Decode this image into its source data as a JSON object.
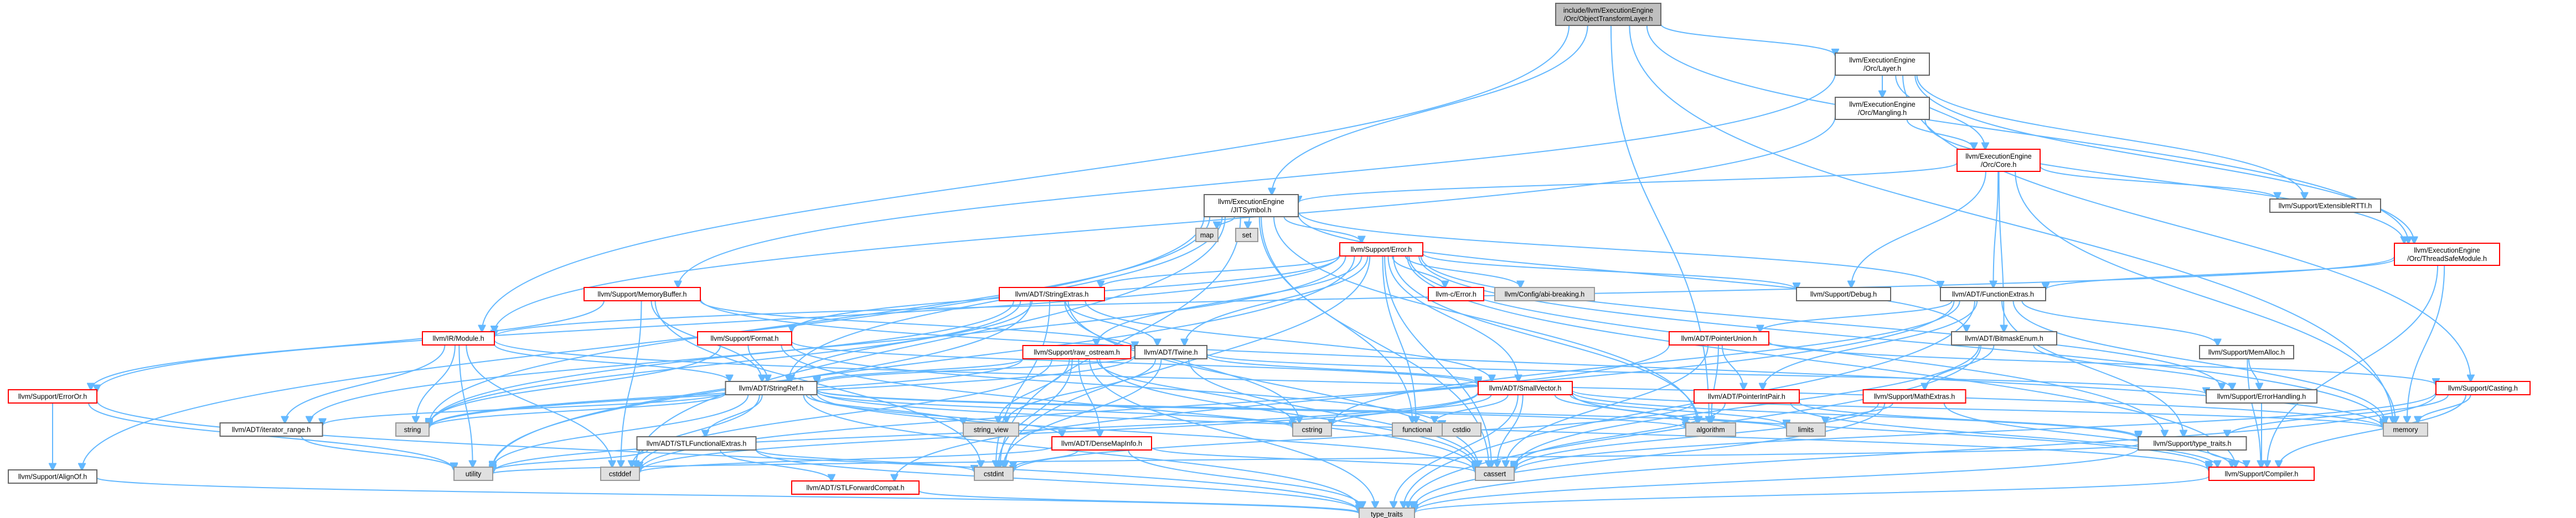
{
  "colors": {
    "edge": "#63b8ff",
    "red_border": "#ff0000",
    "normal_border": "#666666",
    "root_fill": "#bfbfbf",
    "system_fill": "#e0e0e0",
    "fill": "#ffffff"
  },
  "nodes": [
    {
      "id": "root",
      "label": [
        "include/llvm/ExecutionEngine",
        "/Orc/ObjectTransformLayer.h"
      ],
      "style": "root"
    },
    {
      "id": "layer",
      "label": [
        "llvm/ExecutionEngine",
        "/Orc/Layer.h"
      ],
      "style": "normal"
    },
    {
      "id": "mangling",
      "label": [
        "llvm/ExecutionEngine",
        "/Orc/Mangling.h"
      ],
      "style": "normal"
    },
    {
      "id": "core",
      "label": [
        "llvm/ExecutionEngine",
        "/Orc/Core.h"
      ],
      "style": "red"
    },
    {
      "id": "jitsymbol",
      "label": [
        "llvm/ExecutionEngine",
        "/JITSymbol.h"
      ],
      "style": "normal"
    },
    {
      "id": "extrtti",
      "label": [
        "llvm/Support/ExtensibleRTTI.h"
      ],
      "style": "normal"
    },
    {
      "id": "tsm",
      "label": [
        "llvm/ExecutionEngine",
        "/Orc/ThreadSafeModule.h"
      ],
      "style": "red"
    },
    {
      "id": "map",
      "label": [
        "map"
      ],
      "style": "system"
    },
    {
      "id": "set",
      "label": [
        "set"
      ],
      "style": "system"
    },
    {
      "id": "error",
      "label": [
        "llvm/Support/Error.h"
      ],
      "style": "red"
    },
    {
      "id": "memorybuffer",
      "label": [
        "llvm/Support/MemoryBuffer.h"
      ],
      "style": "red"
    },
    {
      "id": "stringextras",
      "label": [
        "llvm/ADT/StringExtras.h"
      ],
      "style": "red"
    },
    {
      "id": "ccerror",
      "label": [
        "llvm-c/Error.h"
      ],
      "style": "red"
    },
    {
      "id": "abibreaking",
      "label": [
        "llvm/Config/abi-breaking.h"
      ],
      "style": "system"
    },
    {
      "id": "debug",
      "label": [
        "llvm/Support/Debug.h"
      ],
      "style": "normal"
    },
    {
      "id": "functionextras",
      "label": [
        "llvm/ADT/FunctionExtras.h"
      ],
      "style": "normal"
    },
    {
      "id": "module",
      "label": [
        "llvm/IR/Module.h"
      ],
      "style": "red"
    },
    {
      "id": "format",
      "label": [
        "llvm/Support/Format.h"
      ],
      "style": "red"
    },
    {
      "id": "rawostream",
      "label": [
        "llvm/Support/raw_ostream.h"
      ],
      "style": "red"
    },
    {
      "id": "twine",
      "label": [
        "llvm/ADT/Twine.h"
      ],
      "style": "normal"
    },
    {
      "id": "pointerunion",
      "label": [
        "llvm/ADT/PointerUnion.h"
      ],
      "style": "red"
    },
    {
      "id": "bitmaskenum",
      "label": [
        "llvm/ADT/BitmaskEnum.h"
      ],
      "style": "normal"
    },
    {
      "id": "memalloc",
      "label": [
        "llvm/Support/MemAlloc.h"
      ],
      "style": "normal"
    },
    {
      "id": "erroror",
      "label": [
        "llvm/Support/ErrorOr.h"
      ],
      "style": "red"
    },
    {
      "id": "stringref",
      "label": [
        "llvm/ADT/StringRef.h"
      ],
      "style": "normal"
    },
    {
      "id": "smallvector",
      "label": [
        "llvm/ADT/SmallVector.h"
      ],
      "style": "red"
    },
    {
      "id": "pointerintpair",
      "label": [
        "llvm/ADT/PointerIntPair.h"
      ],
      "style": "red"
    },
    {
      "id": "mathextras",
      "label": [
        "llvm/Support/MathExtras.h"
      ],
      "style": "red"
    },
    {
      "id": "errorhandling",
      "label": [
        "llvm/Support/ErrorHandling.h"
      ],
      "style": "normal"
    },
    {
      "id": "casting",
      "label": [
        "llvm/Support/Casting.h"
      ],
      "style": "red"
    },
    {
      "id": "iteratorrange",
      "label": [
        "llvm/ADT/iterator_range.h"
      ],
      "style": "normal"
    },
    {
      "id": "string",
      "label": [
        "string"
      ],
      "style": "system"
    },
    {
      "id": "stlfunctionalextras",
      "label": [
        "llvm/ADT/STLFunctionalExtras.h"
      ],
      "style": "normal"
    },
    {
      "id": "stringview",
      "label": [
        "string_view"
      ],
      "style": "system"
    },
    {
      "id": "densemapinfo",
      "label": [
        "llvm/ADT/DenseMapInfo.h"
      ],
      "style": "red"
    },
    {
      "id": "cstring",
      "label": [
        "cstring"
      ],
      "style": "system"
    },
    {
      "id": "functional",
      "label": [
        "functional"
      ],
      "style": "system"
    },
    {
      "id": "cstdio",
      "label": [
        "cstdio"
      ],
      "style": "system"
    },
    {
      "id": "algorithm",
      "label": [
        "algorithm"
      ],
      "style": "system"
    },
    {
      "id": "limits",
      "label": [
        "limits"
      ],
      "style": "system"
    },
    {
      "id": "typetraits_h",
      "label": [
        "llvm/Support/type_traits.h"
      ],
      "style": "normal"
    },
    {
      "id": "memory",
      "label": [
        "memory"
      ],
      "style": "system"
    },
    {
      "id": "alignof",
      "label": [
        "llvm/Support/AlignOf.h"
      ],
      "style": "normal"
    },
    {
      "id": "utility",
      "label": [
        "utility"
      ],
      "style": "system"
    },
    {
      "id": "cstddef",
      "label": [
        "cstddef"
      ],
      "style": "system"
    },
    {
      "id": "stlforwardcompat",
      "label": [
        "llvm/ADT/STLForwardCompat.h"
      ],
      "style": "red"
    },
    {
      "id": "cstdint",
      "label": [
        "cstdint"
      ],
      "style": "system"
    },
    {
      "id": "cassert",
      "label": [
        "cassert"
      ],
      "style": "system"
    },
    {
      "id": "compiler",
      "label": [
        "llvm/Support/Compiler.h"
      ],
      "style": "red"
    },
    {
      "id": "typetraits",
      "label": [
        "type_traits"
      ],
      "style": "system"
    }
  ],
  "edges": [
    [
      "root",
      "layer"
    ],
    [
      "root",
      "jitsymbol"
    ],
    [
      "root",
      "tsm"
    ],
    [
      "root",
      "module"
    ],
    [
      "root",
      "memory"
    ],
    [
      "root",
      "algorithm"
    ],
    [
      "layer",
      "mangling"
    ],
    [
      "layer",
      "core"
    ],
    [
      "layer",
      "tsm"
    ],
    [
      "layer",
      "extrtti"
    ],
    [
      "layer",
      "memorybuffer"
    ],
    [
      "layer",
      "casting"
    ],
    [
      "mangling",
      "core"
    ],
    [
      "mangling",
      "module"
    ],
    [
      "mangling",
      "tsm"
    ],
    [
      "core",
      "jitsymbol"
    ],
    [
      "core",
      "functionextras"
    ],
    [
      "core",
      "bitmaskenum"
    ],
    [
      "core",
      "extrtti"
    ],
    [
      "core",
      "debug"
    ],
    [
      "core",
      "memory"
    ],
    [
      "jitsymbol",
      "map"
    ],
    [
      "jitsymbol",
      "set"
    ],
    [
      "jitsymbol",
      "error"
    ],
    [
      "jitsymbol",
      "functionextras"
    ],
    [
      "jitsymbol",
      "stringref"
    ],
    [
      "jitsymbol",
      "bitmaskenum"
    ],
    [
      "jitsymbol",
      "string"
    ],
    [
      "jitsymbol",
      "functional"
    ],
    [
      "jitsymbol",
      "cstddef"
    ],
    [
      "jitsymbol",
      "cstdint"
    ],
    [
      "jitsymbol",
      "alignof"
    ],
    [
      "jitsymbol",
      "cassert"
    ],
    [
      "jitsymbol",
      "algorithm"
    ],
    [
      "tsm",
      "module"
    ],
    [
      "tsm",
      "functionextras"
    ],
    [
      "tsm",
      "compiler"
    ],
    [
      "tsm",
      "memory"
    ],
    [
      "error",
      "ccerror"
    ],
    [
      "error",
      "abibreaking"
    ],
    [
      "error",
      "stringextras"
    ],
    [
      "error",
      "twine"
    ],
    [
      "error",
      "debug"
    ],
    [
      "error",
      "erroror"
    ],
    [
      "error",
      "format"
    ],
    [
      "error",
      "rawostream"
    ],
    [
      "error",
      "smallvector"
    ],
    [
      "error",
      "errorhandling"
    ],
    [
      "error",
      "memory"
    ],
    [
      "error",
      "string"
    ],
    [
      "error",
      "cassert"
    ],
    [
      "error",
      "cstdint"
    ],
    [
      "error",
      "cstdlib"
    ],
    [
      "error",
      "functional"
    ],
    [
      "error",
      "typetraits_h"
    ],
    [
      "error",
      "compiler"
    ],
    [
      "error",
      "algorithm"
    ],
    [
      "error",
      "utility"
    ],
    [
      "memorybuffer",
      "stringref"
    ],
    [
      "memorybuffer",
      "twine"
    ],
    [
      "memorybuffer",
      "erroror"
    ],
    [
      "memorybuffer",
      "cstddef"
    ],
    [
      "memorybuffer",
      "cstdint"
    ],
    [
      "memorybuffer",
      "memory"
    ],
    [
      "stringextras",
      "stringref"
    ],
    [
      "stringextras",
      "twine"
    ],
    [
      "stringextras",
      "smallvector"
    ],
    [
      "stringextras",
      "iteratorrange"
    ],
    [
      "stringextras",
      "cstring"
    ],
    [
      "stringextras",
      "string"
    ],
    [
      "stringextras",
      "utility"
    ],
    [
      "stringextras",
      "cstdint"
    ],
    [
      "stringextras",
      "cassert"
    ],
    [
      "functionextras",
      "pointerunion"
    ],
    [
      "functionextras",
      "pointerintpair"
    ],
    [
      "functionextras",
      "stlforwardcompat"
    ],
    [
      "functionextras",
      "memalloc"
    ],
    [
      "functionextras",
      "typetraits_h"
    ],
    [
      "functionextras",
      "cstring"
    ],
    [
      "functionextras",
      "memory"
    ],
    [
      "functionextras",
      "typetraits"
    ],
    [
      "module",
      "stringref"
    ],
    [
      "module",
      "iteratorrange"
    ],
    [
      "module",
      "string"
    ],
    [
      "module",
      "cstddef"
    ],
    [
      "module",
      "memory"
    ],
    [
      "module",
      "utility"
    ],
    [
      "format",
      "stringref"
    ],
    [
      "format",
      "smallvector"
    ],
    [
      "format",
      "string"
    ],
    [
      "format",
      "cassert"
    ],
    [
      "format",
      "cstdio"
    ],
    [
      "rawostream",
      "stringref"
    ],
    [
      "rawostream",
      "densemapinfo"
    ],
    [
      "rawostream",
      "stringview"
    ],
    [
      "rawostream",
      "cassert"
    ],
    [
      "rawostream",
      "cstddef"
    ],
    [
      "rawostream",
      "cstdint"
    ],
    [
      "rawostream",
      "cstring"
    ],
    [
      "rawostream",
      "string"
    ],
    [
      "rawostream",
      "typetraits"
    ],
    [
      "twine",
      "stringref"
    ],
    [
      "twine",
      "smallvector"
    ],
    [
      "twine",
      "errorhandling"
    ],
    [
      "twine",
      "string"
    ],
    [
      "twine",
      "cassert"
    ],
    [
      "twine",
      "cstdint"
    ],
    [
      "twine",
      "stringview"
    ],
    [
      "pointerunion",
      "pointerintpair"
    ],
    [
      "pointerunion",
      "casting"
    ],
    [
      "pointerunion",
      "algorithm"
    ],
    [
      "pointerunion",
      "cassert"
    ],
    [
      "pointerunion",
      "cstddef"
    ],
    [
      "bitmaskenum",
      "mathextras"
    ],
    [
      "bitmaskenum",
      "errorhandling"
    ],
    [
      "bitmaskenum",
      "cassert"
    ],
    [
      "bitmaskenum",
      "typetraits"
    ],
    [
      "memalloc",
      "errorhandling"
    ],
    [
      "memalloc",
      "compiler"
    ],
    [
      "erroror",
      "alignof"
    ],
    [
      "erroror",
      "utility"
    ],
    [
      "erroror",
      "typetraits"
    ],
    [
      "stringref",
      "stlfunctionalextras"
    ],
    [
      "stringref",
      "densemapinfo"
    ],
    [
      "stringref",
      "algorithm"
    ],
    [
      "stringref",
      "cassert"
    ],
    [
      "stringref",
      "cstddef"
    ],
    [
      "stringref",
      "cstring"
    ],
    [
      "stringref",
      "limits"
    ],
    [
      "stringref",
      "string"
    ],
    [
      "stringref",
      "stringview"
    ],
    [
      "stringref",
      "typetraits"
    ],
    [
      "stringref",
      "utility"
    ],
    [
      "stringref",
      "iteratorrange"
    ],
    [
      "stringref",
      "compiler"
    ],
    [
      "smallvector",
      "typetraits_h"
    ],
    [
      "smallvector",
      "compiler"
    ],
    [
      "smallvector",
      "algorithm"
    ],
    [
      "smallvector",
      "cassert"
    ],
    [
      "smallvector",
      "cstddef"
    ],
    [
      "smallvector",
      "cstdlib"
    ],
    [
      "smallvector",
      "cstring"
    ],
    [
      "smallvector",
      "functional"
    ],
    [
      "smallvector",
      "memory"
    ],
    [
      "smallvector",
      "utility"
    ],
    [
      "smallvector",
      "limits"
    ],
    [
      "smallvector",
      "typetraits"
    ],
    [
      "pointerintpair",
      "typetraits_h"
    ],
    [
      "pointerintpair",
      "compiler"
    ],
    [
      "pointerintpair",
      "cassert"
    ],
    [
      "pointerintpair",
      "cstdint"
    ],
    [
      "mathextras",
      "compiler"
    ],
    [
      "mathextras",
      "cassert"
    ],
    [
      "mathextras",
      "limits"
    ],
    [
      "mathextras",
      "typetraits"
    ],
    [
      "errorhandling",
      "compiler"
    ],
    [
      "casting",
      "typetraits_h"
    ],
    [
      "casting",
      "compiler"
    ],
    [
      "casting",
      "cassert"
    ],
    [
      "casting",
      "memory"
    ],
    [
      "casting",
      "typetraits"
    ],
    [
      "iteratorrange",
      "utility"
    ],
    [
      "stlfunctionalextras",
      "stlforwardcompat"
    ],
    [
      "stlfunctionalextras",
      "cstdint"
    ],
    [
      "stlfunctionalextras",
      "typetraits"
    ],
    [
      "stlfunctionalextras",
      "utility"
    ],
    [
      "densemapinfo",
      "cassert"
    ],
    [
      "densemapinfo",
      "cstddef"
    ],
    [
      "densemapinfo",
      "cstdint"
    ],
    [
      "densemapinfo",
      "typetraits"
    ],
    [
      "typetraits_h",
      "compiler"
    ],
    [
      "typetraits_h",
      "typetraits"
    ],
    [
      "typetraits_h",
      "utility"
    ],
    [
      "alignof",
      "typetraits"
    ],
    [
      "stlforwardcompat",
      "typetraits"
    ],
    [
      "compiler",
      "typetraits"
    ]
  ]
}
